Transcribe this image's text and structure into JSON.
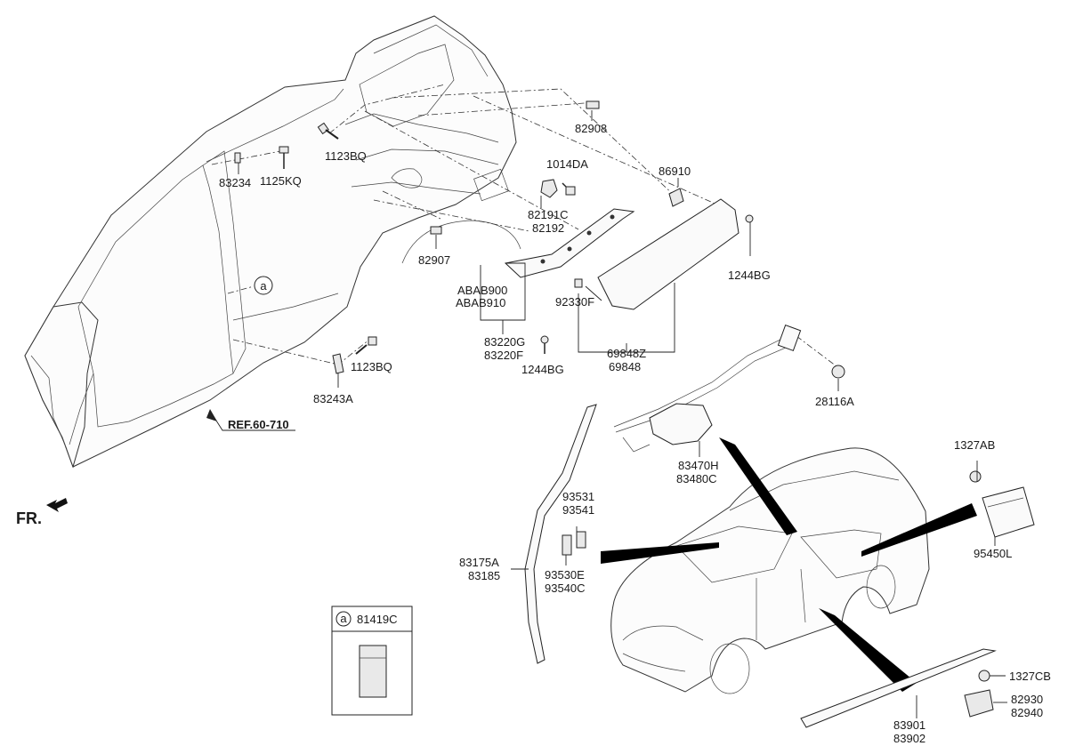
{
  "callout_marker": "a",
  "fr_label": "FR.",
  "reference_label": "REF.60-710",
  "inset": {
    "marker": "a",
    "part_no": "81419C"
  },
  "parts": {
    "p82908": "82908",
    "p1014DA": "1014DA",
    "p86910": "86910",
    "p82191C": "82191C",
    "p82192": "82192",
    "p1123BQ_top": "1123BQ",
    "p83234": "83234",
    "p1125KQ": "1125KQ",
    "p82907": "82907",
    "p1244BG_right": "1244BG",
    "pABAB900": "ABAB900",
    "pABAB910": "ABAB910",
    "p92330F": "92330F",
    "p83220G": "83220G",
    "p83220F": "83220F",
    "p69848Z": "69848Z",
    "p69848": "69848",
    "p1244BG_mid": "1244BG",
    "p1123BQ_low": "1123BQ",
    "p83243A": "83243A",
    "p28116A": "28116A",
    "p83470H": "83470H",
    "p83480C": "83480C",
    "p1327AB": "1327AB",
    "p93531": "93531",
    "p93541": "93541",
    "p83175A": "83175A",
    "p83185": "83185",
    "p93530E": "93530E",
    "p93540C": "93540C",
    "p95450L": "95450L",
    "p1327CB": "1327CB",
    "p82930": "82930",
    "p82940": "82940",
    "p83901": "83901",
    "p83902": "83902"
  }
}
